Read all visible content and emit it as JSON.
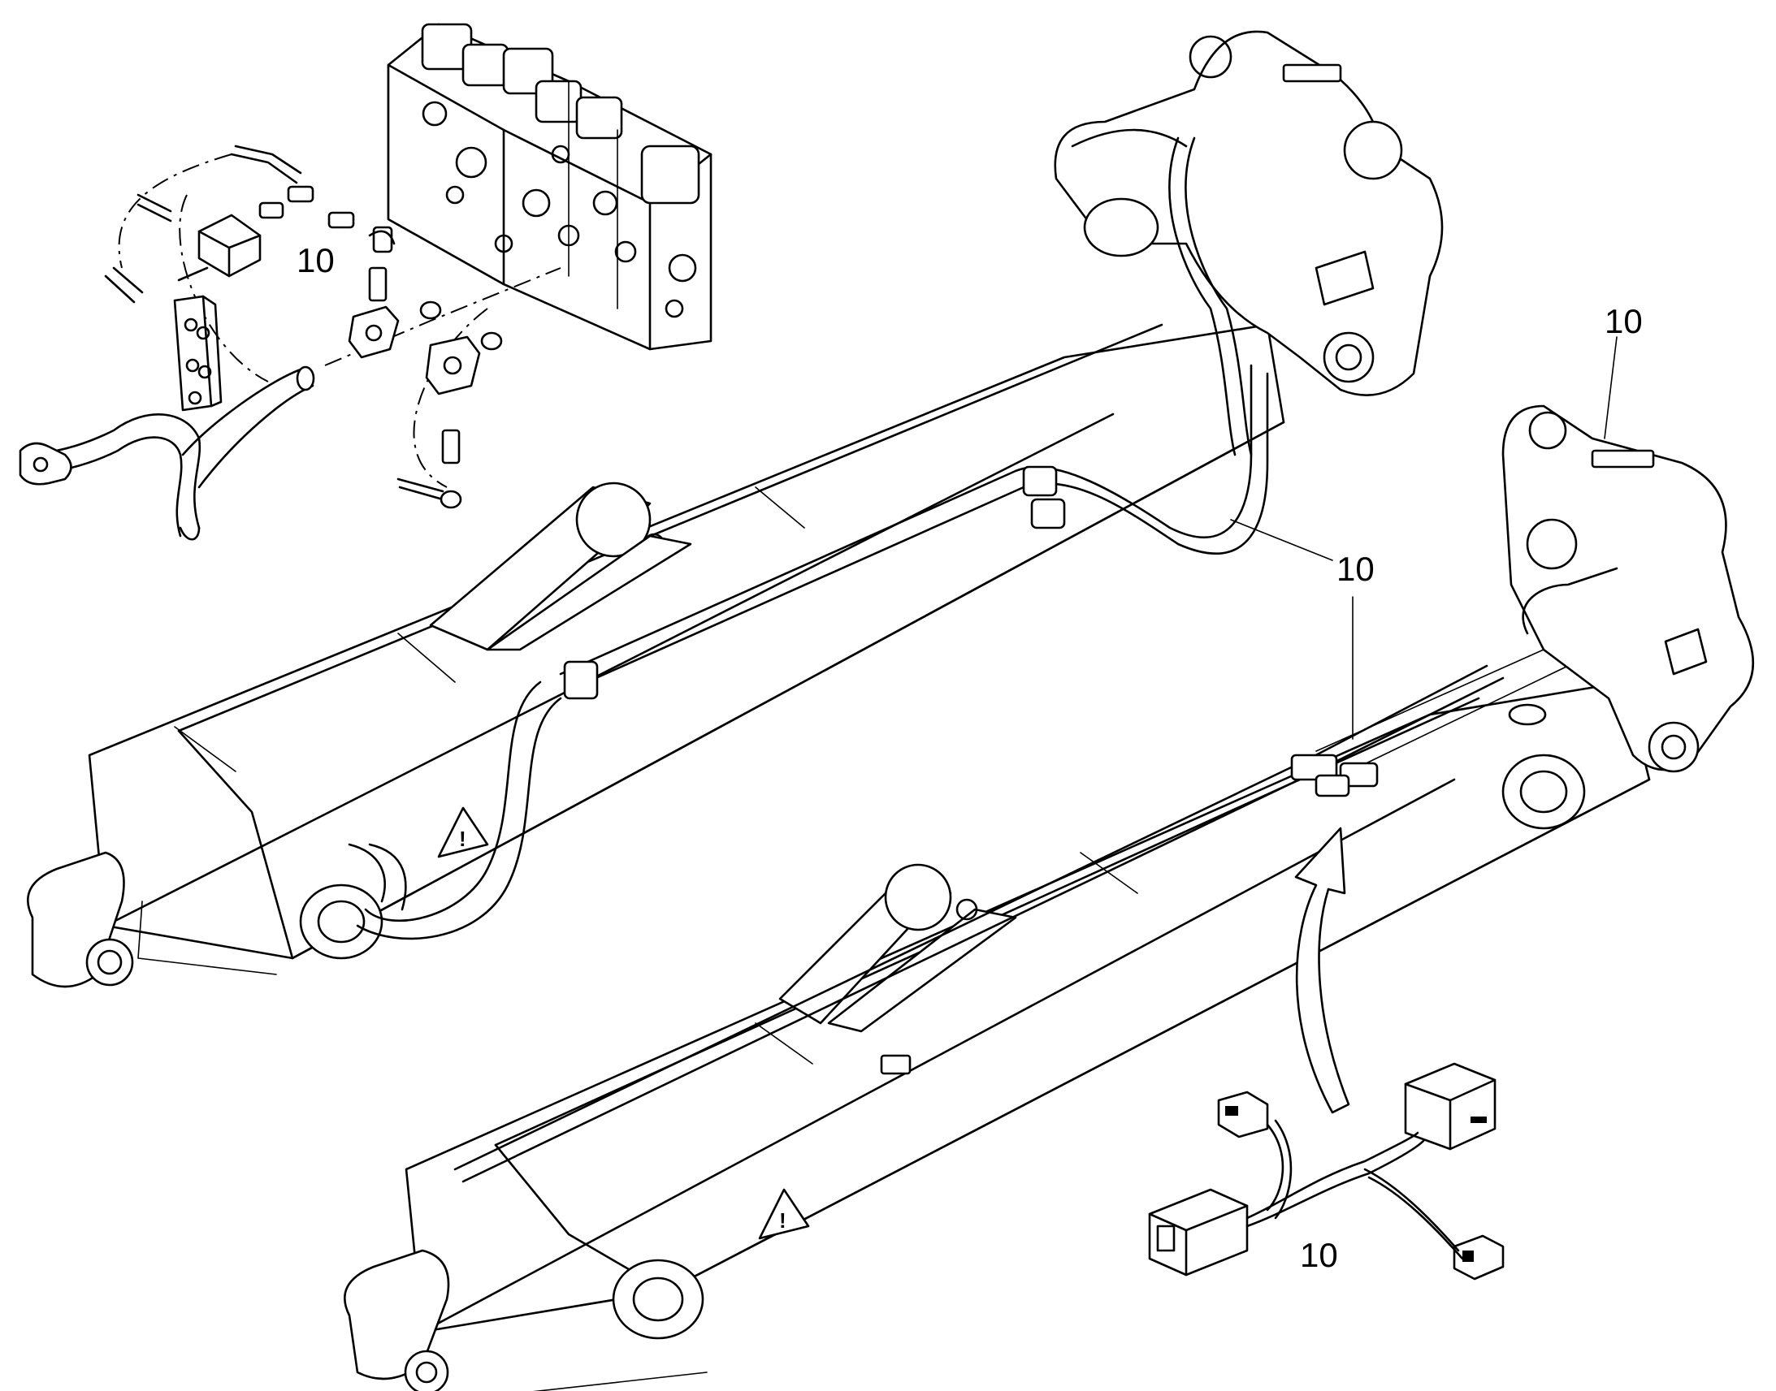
{
  "diagram": {
    "callouts": [
      {
        "label": "10"
      },
      {
        "label": "10"
      },
      {
        "label": "10"
      },
      {
        "label": "10"
      }
    ]
  }
}
